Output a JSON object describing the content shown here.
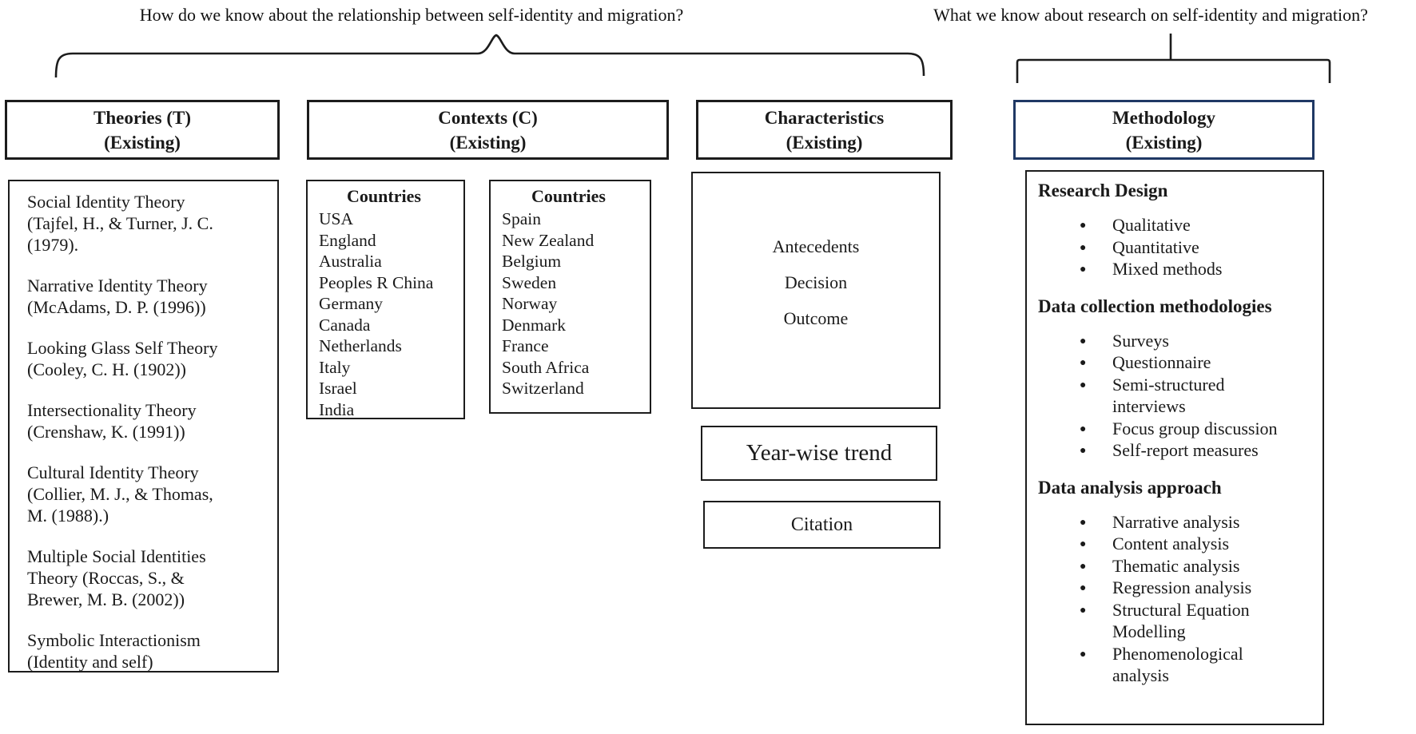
{
  "questions": {
    "left": "How do we know about the relationship between self-identity and migration?",
    "right": "What we know about research on self-identity and migration?"
  },
  "columns": {
    "theories": {
      "header_title": "Theories (T)",
      "header_subtitle": "(Existing)",
      "items": [
        "Social Identity Theory\n(Tajfel, H., & Turner, J. C.\n(1979).",
        "Narrative Identity Theory\n(McAdams, D. P. (1996))",
        "Looking Glass Self Theory\n(Cooley, C. H. (1902))",
        "Intersectionality Theory\n(Crenshaw, K. (1991))",
        "Cultural Identity Theory\n(Collier, M. J., & Thomas,\nM. (1988).)",
        "Multiple Social Identities\nTheory (Roccas, S., &\nBrewer, M. B. (2002))",
        "Symbolic Interactionism\n(Identity and self)"
      ]
    },
    "contexts": {
      "header_title": "Contexts (C)",
      "header_subtitle": "(Existing)",
      "box1": {
        "title": "Countries",
        "items": [
          "USA",
          "England",
          "Australia",
          "Peoples R China",
          "Germany",
          "Canada",
          "Netherlands",
          "Italy",
          "Israel",
          "India"
        ]
      },
      "box2": {
        "title": "Countries",
        "items": [
          "Spain",
          "New Zealand",
          "Belgium",
          "Sweden",
          "Norway",
          "Denmark",
          "France",
          "South Africa",
          "Switzerland"
        ]
      }
    },
    "characteristics": {
      "header_title": "Characteristics",
      "header_subtitle": "(Existing)",
      "items": [
        "Antecedents",
        "Decision",
        "Outcome"
      ],
      "trend_label": "Year-wise trend",
      "citation_label": "Citation"
    },
    "methodology": {
      "header_title": "Methodology",
      "header_subtitle": "(Existing)",
      "sections": [
        {
          "heading": "Research Design",
          "bullets": [
            "Qualitative",
            "Quantitative",
            "Mixed methods"
          ]
        },
        {
          "heading": "Data collection methodologies",
          "bullets": [
            "Surveys",
            "Questionnaire",
            "Semi-structured\ninterviews",
            "Focus group discussion",
            "Self-report measures"
          ]
        },
        {
          "heading": "Data analysis approach",
          "bullets": [
            "Narrative analysis",
            "Content analysis",
            "Thematic analysis",
            "Regression analysis",
            "Structural Equation\nModelling",
            "Phenomenological\nanalysis"
          ]
        }
      ]
    }
  },
  "colors": {
    "text": "#1a1a1a",
    "box_border": "#1c1c1c",
    "methodology_border": "#1f3864",
    "background": "#ffffff"
  }
}
